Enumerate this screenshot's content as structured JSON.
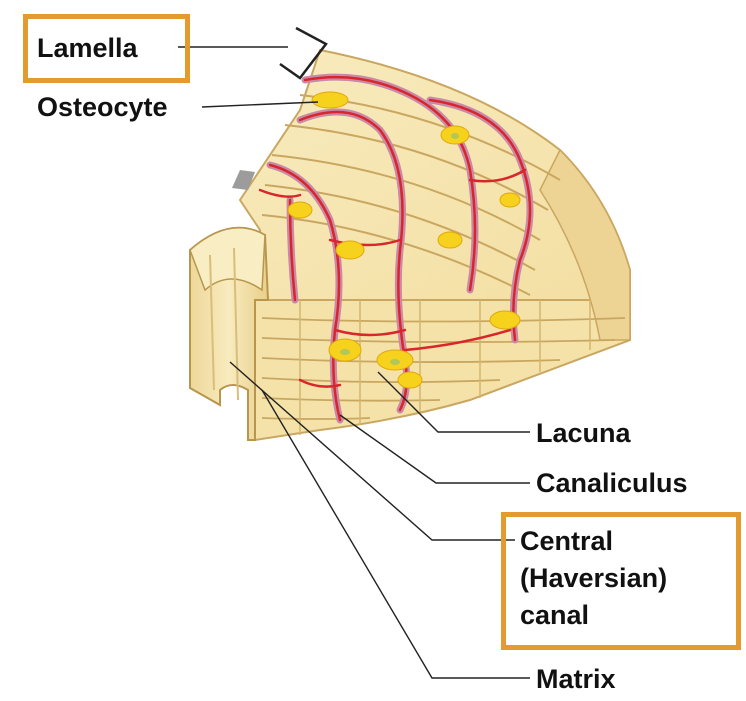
{
  "diagram": {
    "labels": {
      "lamella": "Lamella",
      "osteocyte": "Osteocyte",
      "lacuna": "Lacuna",
      "canaliculus": "Canaliculus",
      "central_line1": "Central",
      "central_line2": "(Haversian)",
      "central_line3": "canal",
      "matrix": "Matrix"
    },
    "highlighted": [
      "Lamella",
      "Central (Haversian) canal"
    ],
    "colors": {
      "highlight": "#E39A2E",
      "bone_fill": "#F6E6AE",
      "bone_shade": "#E8D08C",
      "lamella_line": "#C9A760",
      "canal_red": "#D8262C",
      "canal_pink": "#C98AA8",
      "osteocyte_yellow": "#F7D21C",
      "leader_line": "#222222"
    }
  }
}
